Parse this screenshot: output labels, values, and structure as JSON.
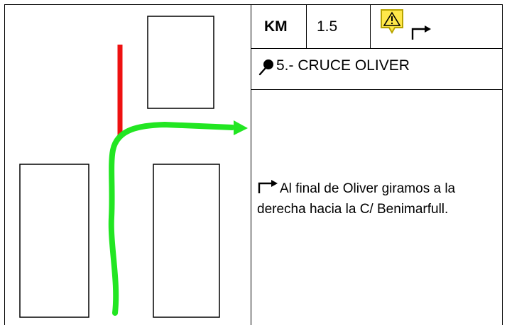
{
  "km_label": "KM",
  "km_value": "1.5",
  "title": "5.- CRUCE OLIVER",
  "description": "Al final de Oliver giramos a la derecha hacia  la C/ Benimarfull.",
  "icons": {
    "warning": "warning-triangle-icon",
    "turn": "turn-right-icon",
    "location": "location-pin-icon"
  },
  "colors": {
    "route": "#22e622",
    "barrier": "#ee1111",
    "warning_fill": "#ffe84a",
    "warning_border": "#b8a400"
  }
}
